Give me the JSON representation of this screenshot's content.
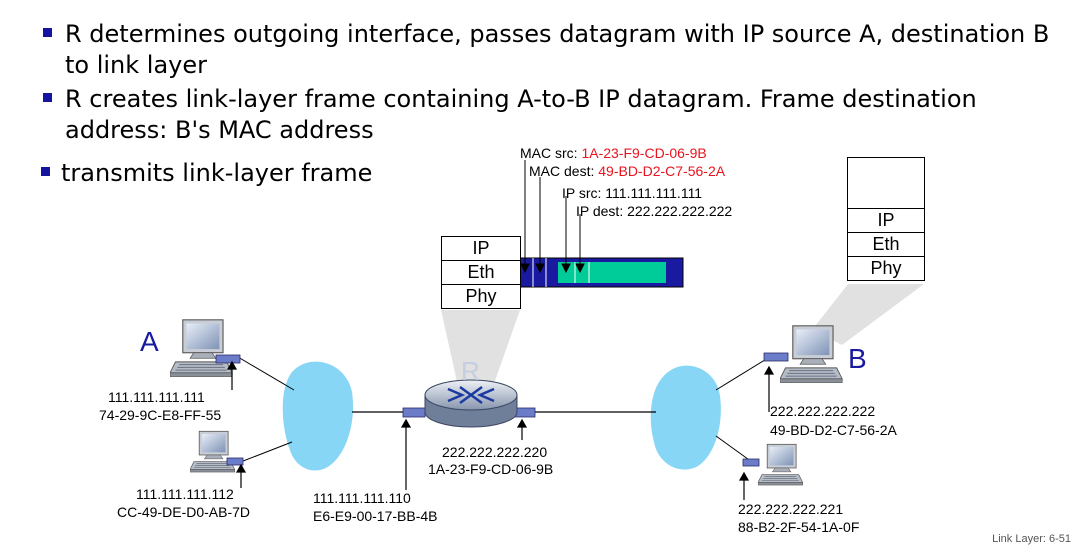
{
  "bullets": [
    {
      "line1": "R determines outgoing interface, passes datagram with IP source A, destination B",
      "line2": "to link layer"
    },
    {
      "line1": "R creates link-layer frame containing A-to-B IP datagram. Frame destination",
      "line2": "address: B's MAC address"
    },
    {
      "line1": "transmits link-layer frame"
    }
  ],
  "frame_labels": {
    "mac_src_label": "MAC src:",
    "mac_src_value": "1A-23-F9-CD-06-9B",
    "mac_dest_label": "MAC dest:",
    "mac_dest_value": "49-BD-D2-C7-56-2A",
    "ip_src": "IP src: 111.111.111.111",
    "ip_dest": "IP dest: 222.222.222.222"
  },
  "router_stack": [
    "IP",
    "Eth",
    "Phy"
  ],
  "b_stack": [
    "IP",
    "Eth",
    "Phy"
  ],
  "hosts": {
    "a_name": "A",
    "b_name": "B",
    "router_name": "R",
    "a_ip": "111.111.111.111",
    "a_mac": "74-29-9C-E8-FF-55",
    "h2_ip": "111.111.111.112",
    "h2_mac": "CC-49-DE-D0-AB-7D",
    "r_left_ip": "111.111.111.110",
    "r_left_mac": "E6-E9-00-17-BB-4B",
    "r_right_ip": "222.222.222.220",
    "r_right_mac": "1A-23-F9-CD-06-9B",
    "b_ip": "222.222.222.222",
    "b_mac": "49-BD-D2-C7-56-2A",
    "h4_ip": "222.222.222.221",
    "h4_mac": "88-B2-2F-54-1A-0F"
  },
  "colors": {
    "frame": "#1a1aa0",
    "payload": "#00cc99",
    "cloud": "#87d6f5",
    "mac_red": "#e8141e"
  },
  "footer": "Link Layer: 6-51"
}
